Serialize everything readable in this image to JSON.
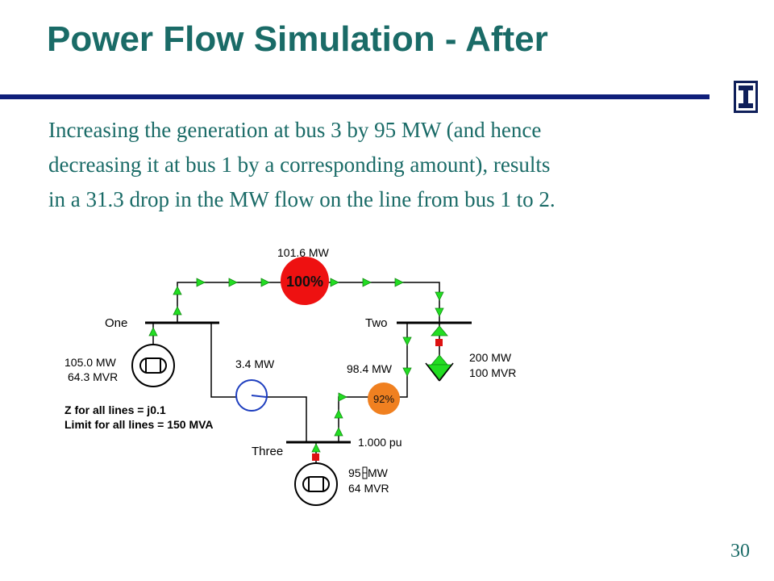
{
  "slide": {
    "title": "Power Flow Simulation - After",
    "paragraph": [
      "Increasing the generation at bus 3 by 95 MW (and hence",
      "decreasing it at bus 1 by a corresponding amount), results",
      "in a 31.3 drop in the MW flow on the line from bus 1 to 2."
    ],
    "page_number": "30"
  },
  "colors": {
    "title": "#1a6b67",
    "rule": "#0f1f7a",
    "arrow": "#22dd22",
    "overload_circle": "#ee1111",
    "loading_circle": "#f08020",
    "gen_circle": "#1f3fbf",
    "breaker": "#dd1111"
  },
  "diagram": {
    "buses": {
      "one": "One",
      "two": "Two",
      "three": "Three"
    },
    "line_1_2": {
      "flow": "101.6 MW",
      "loading": "100%"
    },
    "line_2_3": {
      "flow": "98.4 MW",
      "loading": "92%"
    },
    "line_1_3": {
      "flow": "3.4 MW"
    },
    "gen_one": {
      "mw": "105.0 MW",
      "mvar": "64.3 MVR"
    },
    "gen_three": {
      "mw_value": "95",
      "mw_unit": "MW",
      "mvar": "64 MVR"
    },
    "load_two": {
      "mw": "200 MW",
      "mvar": "100 MVR"
    },
    "bus_three_voltage": "1.000 pu",
    "notes": [
      "Z for all lines = j0.1",
      "Limit for all lines = 150 MVA"
    ]
  },
  "icons": {
    "logo": "university-block-i-logo",
    "generator": "generator-icon",
    "load": "load-arrow-icon",
    "breaker": "breaker-icon",
    "spinner": "mw-spinner-icon"
  }
}
